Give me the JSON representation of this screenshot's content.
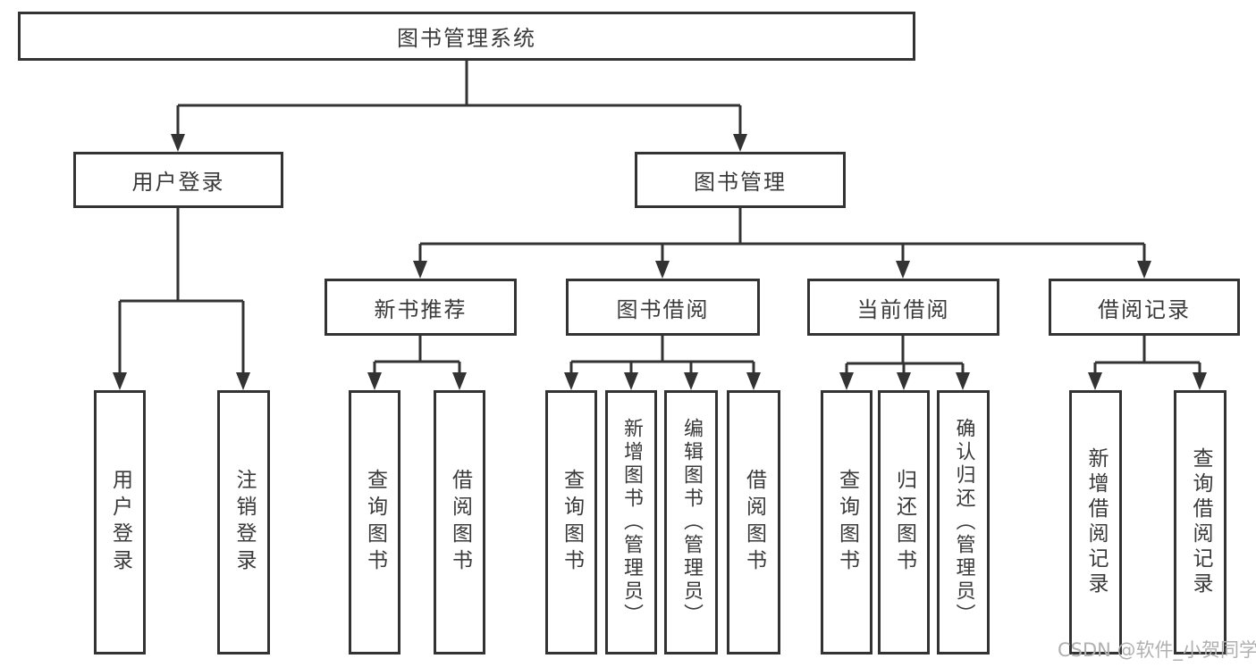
{
  "colors": {
    "line": "#333333",
    "border": "#333333",
    "text": "#3a3a3a",
    "watermark": "#b0b0b0",
    "bg": "#ffffff"
  },
  "root": {
    "label": "图书管理系统"
  },
  "level2": {
    "user_login": "用户登录",
    "book_mgmt": "图书管理"
  },
  "level3": {
    "new_book": "新书推荐",
    "borrow": "图书借阅",
    "current": "当前借阅",
    "records": "借阅记录"
  },
  "leaves": {
    "login": "用户登录",
    "logout": "注销登录",
    "nb_query": "查询图书",
    "nb_borrow": "借阅图书",
    "bw_query": "查询图书",
    "bw_add": "新增图书（管理员）",
    "bw_edit": "编辑图书（管理员）",
    "bw_borrow": "借阅图书",
    "cu_query": "查询图书",
    "cu_return": "归还图书",
    "cu_confirm": "确认归还（管理员）",
    "rc_add": "新增借阅记录",
    "rc_query": "查询借阅记录"
  },
  "watermark": "CSDN @软件_小贺同学"
}
